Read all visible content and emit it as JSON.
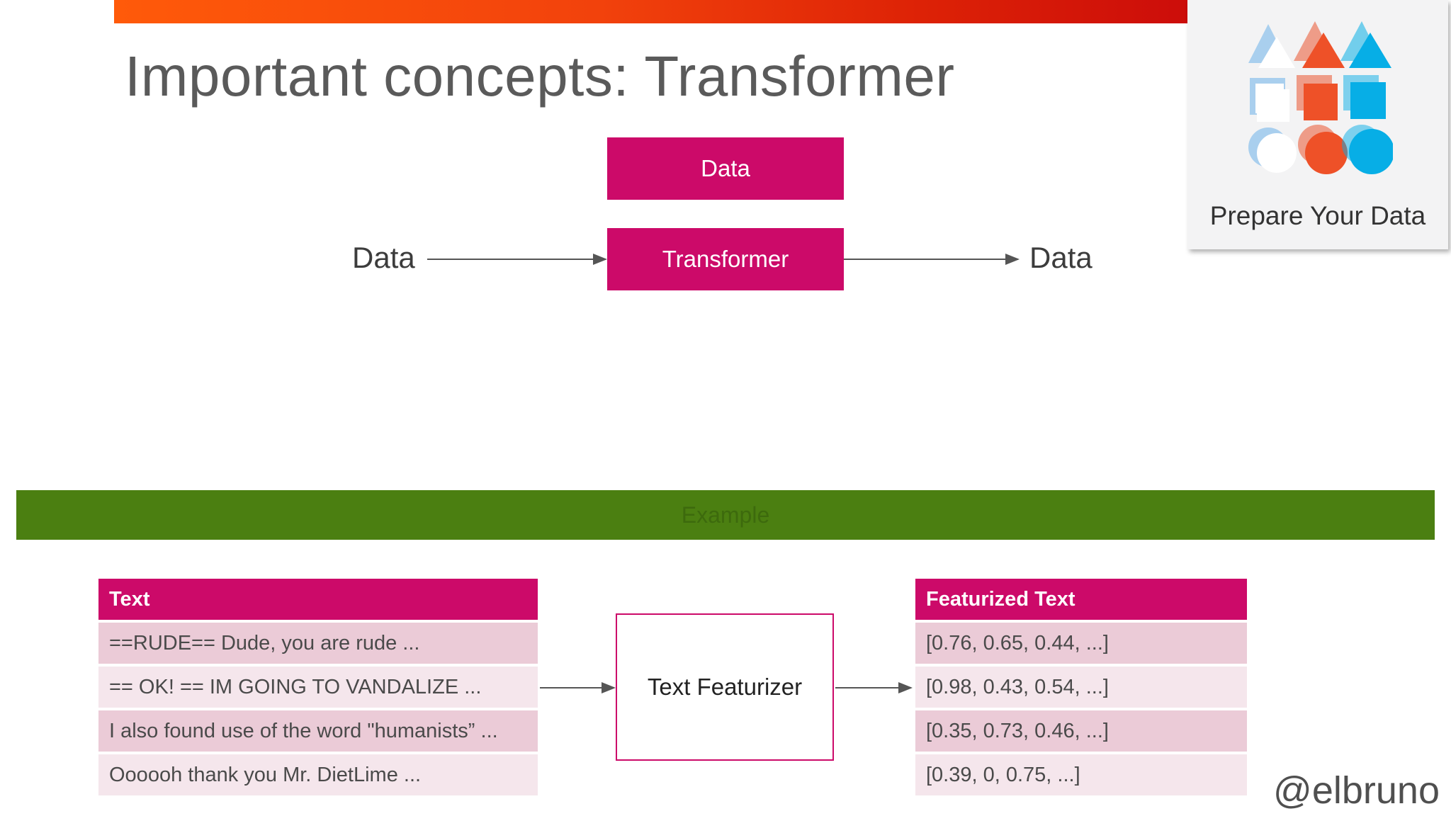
{
  "slide": {
    "title": "Important concepts: Transformer"
  },
  "logo": {
    "caption": "Prepare Your Data",
    "colors": {
      "light_blue": "#a9cfee",
      "salmon": "#ee9c88",
      "orange": "#ee5128",
      "cyan": "#07aee6",
      "white": "#ffffff"
    }
  },
  "diagram": {
    "data_box": "Data",
    "transformer_box": "Transformer",
    "input_label": "Data",
    "output_label": "Data",
    "box_color": "#cc0a69"
  },
  "example": {
    "label": "Example",
    "band_color": "#4b7f11"
  },
  "input_table": {
    "header": "Text",
    "rows": [
      "==RUDE== Dude, you are rude ...",
      "== OK! == IM GOING TO VANDALIZE ...",
      "I also found use of the word \"humanists” ...",
      "Oooooh thank you Mr. DietLime ..."
    ]
  },
  "featurizer": {
    "label": "Text Featurizer"
  },
  "output_table": {
    "header": "Featurized Text",
    "rows": [
      "[0.76, 0.65, 0.44, ...]",
      "[0.98, 0.43, 0.54, ...]",
      "[0.35, 0.73, 0.46, ...]",
      "[0.39, 0, 0.75, ...]"
    ]
  },
  "watermark": {
    "handle": "@elbruno"
  }
}
